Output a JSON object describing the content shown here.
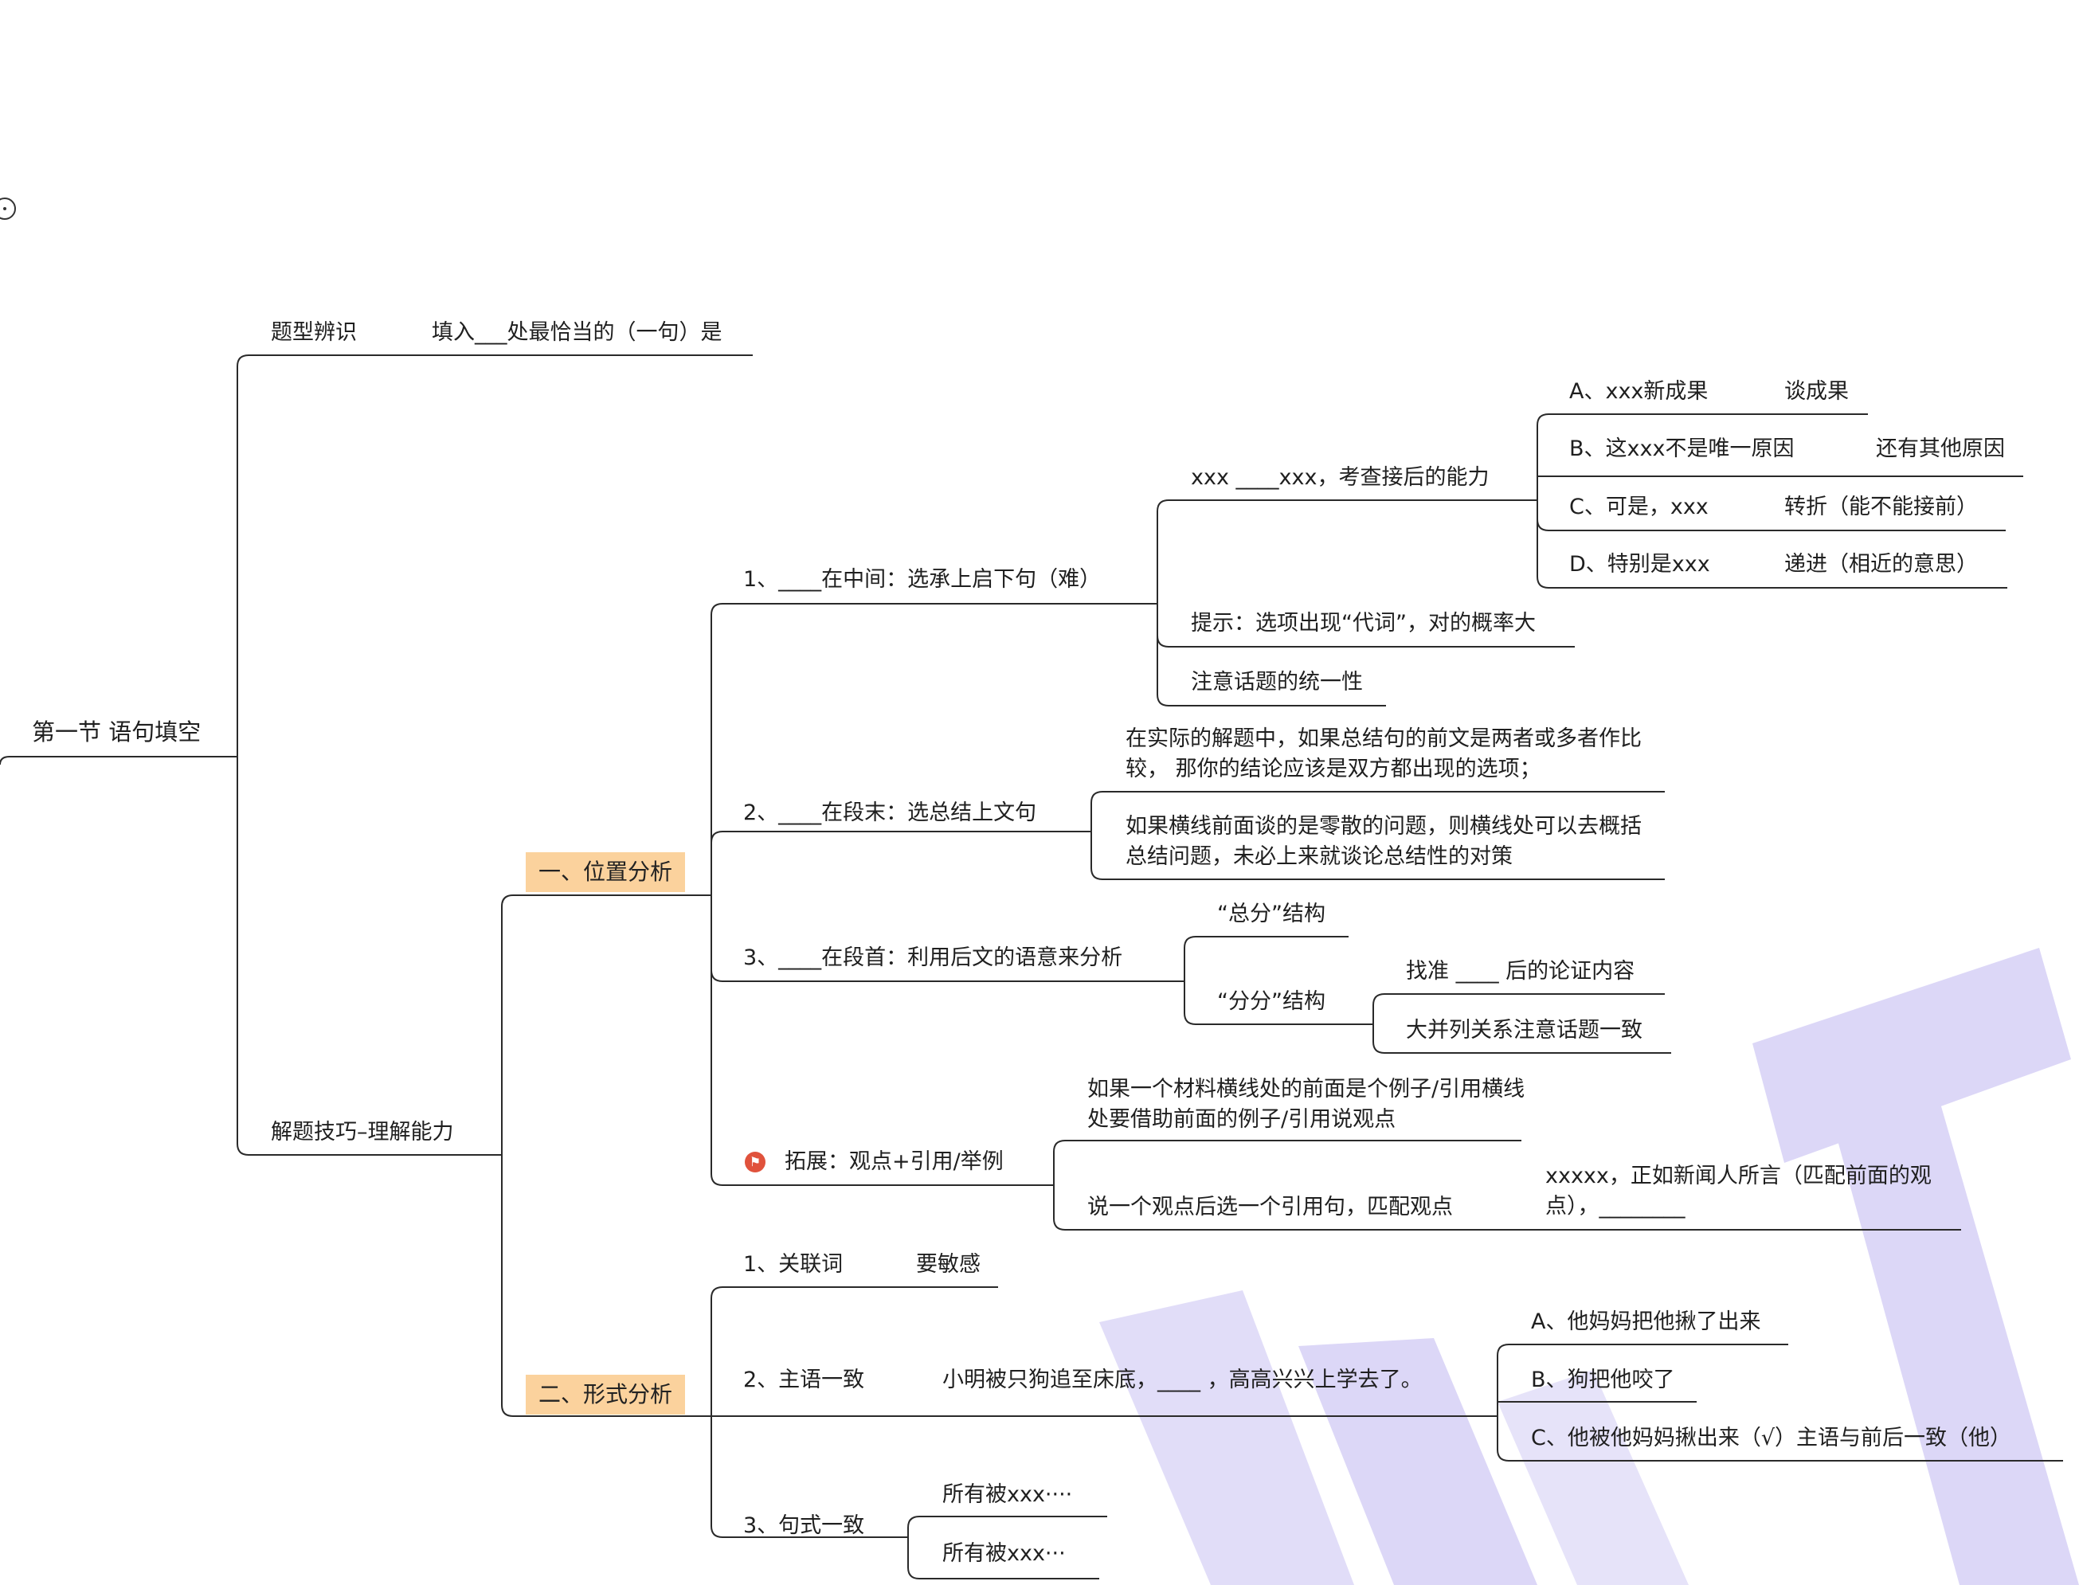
{
  "root": {
    "label": "第一节 语句填空"
  },
  "branches": {
    "type_id": {
      "label": "题型辨识",
      "child": "填入___处最恰当的（一句）是"
    },
    "skill": {
      "label": "解题技巧–理解能力"
    }
  },
  "position": {
    "label": "一、位置分析",
    "middle": {
      "label": "1、____在中间：选承上启下句（难）",
      "ability": "xxx ____xxx，考查接后的能力",
      "options": [
        {
          "label": "A、xxx新成果",
          "note": "谈成果"
        },
        {
          "label": "B、这xxx不是唯一原因",
          "note": "还有其他原因"
        },
        {
          "label": "C、可是，xxx",
          "note": "转折（能不能接前）"
        },
        {
          "label": "D、特别是xxx",
          "note": "递进（相近的意思）"
        }
      ],
      "tip": "提示：选项出现“代词”，对的概率大",
      "topic": "注意话题的统一性"
    },
    "end": {
      "label": "2、____在段末：选总结上文句",
      "note1": "在实际的解题中，如果总结句的前文是两者或多者作比较， 那你的结论应该是双方都出现的选项；",
      "note2": "如果横线前面谈的是零散的问题，则横线处可以去概括总结问题，未必上来就谈论总结性的对策"
    },
    "start": {
      "label": "3、____在段首：利用后文的语意来分析",
      "zongfen": "“总分”结构",
      "fenfen": "“分分”结构",
      "find": "找准 ____ 后的论证内容",
      "parallel": "大并列关系注意话题一致"
    },
    "extend": {
      "label": "拓展：观点+引用/举例",
      "note1": "如果一个材料横线处的前面是个例子/引用横线处要借助前面的例子/引用说观点",
      "note2": "说一个观点后选一个引用句，匹配观点",
      "quote": "xxxxx，正如新闻人所言（匹配前面的观点），________"
    }
  },
  "form": {
    "label": "二、形式分析",
    "conj": {
      "label": "1、关联词",
      "note": "要敏感"
    },
    "subject": {
      "label": "2、主语一致",
      "sentence": "小明被只狗追至床底，____ ，高高兴兴上学去了。",
      "options": [
        "A、他妈妈把他揪了出来",
        "B、狗把他咬了",
        "C、他被他妈妈揪出来（√）主语与前后一致（他）"
      ]
    },
    "pattern": {
      "label": "3、句式一致",
      "items": [
        "所有被xxx····",
        "所有被xxx···"
      ]
    }
  },
  "colors": {
    "accent_fill": "#fbd29d",
    "watermark": "#dcd7f7",
    "line": "#2a2a2a"
  }
}
